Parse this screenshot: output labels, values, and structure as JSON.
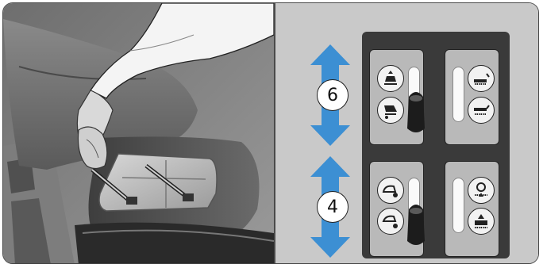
{
  "illustration": {
    "left_scene": "operator-hand-on-levers",
    "colors": {
      "panel_background": "#c9c9c9",
      "control_box": "#3a3a3a",
      "module_background": "#b9b9b9",
      "arrow_blue": "#3c8fd3"
    }
  },
  "steps": [
    {
      "label": "6"
    },
    {
      "label": "4"
    }
  ],
  "modules": [
    {
      "icons": [
        "bucket-up-icon",
        "bucket-down-icon"
      ],
      "has_lever": true
    },
    {
      "icons": [
        "brush-lower-icon",
        "brush-raise-icon"
      ],
      "has_lever": false
    },
    {
      "icons": [
        "side-brush-cw-icon",
        "side-brush-ccw-icon"
      ],
      "has_lever": true
    },
    {
      "icons": [
        "main-brush-up-icon",
        "main-brush-down-icon"
      ],
      "has_lever": false
    }
  ]
}
